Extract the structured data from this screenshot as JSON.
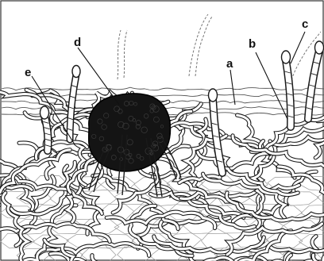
{
  "labels": {
    "a": "a",
    "b": "b",
    "c": "c",
    "d": "d",
    "e": "e"
  },
  "colors": {
    "ink": "#1a1a1a",
    "fill": "#ffffff",
    "sclerotium": "#141414",
    "paper": "#ffffff"
  }
}
